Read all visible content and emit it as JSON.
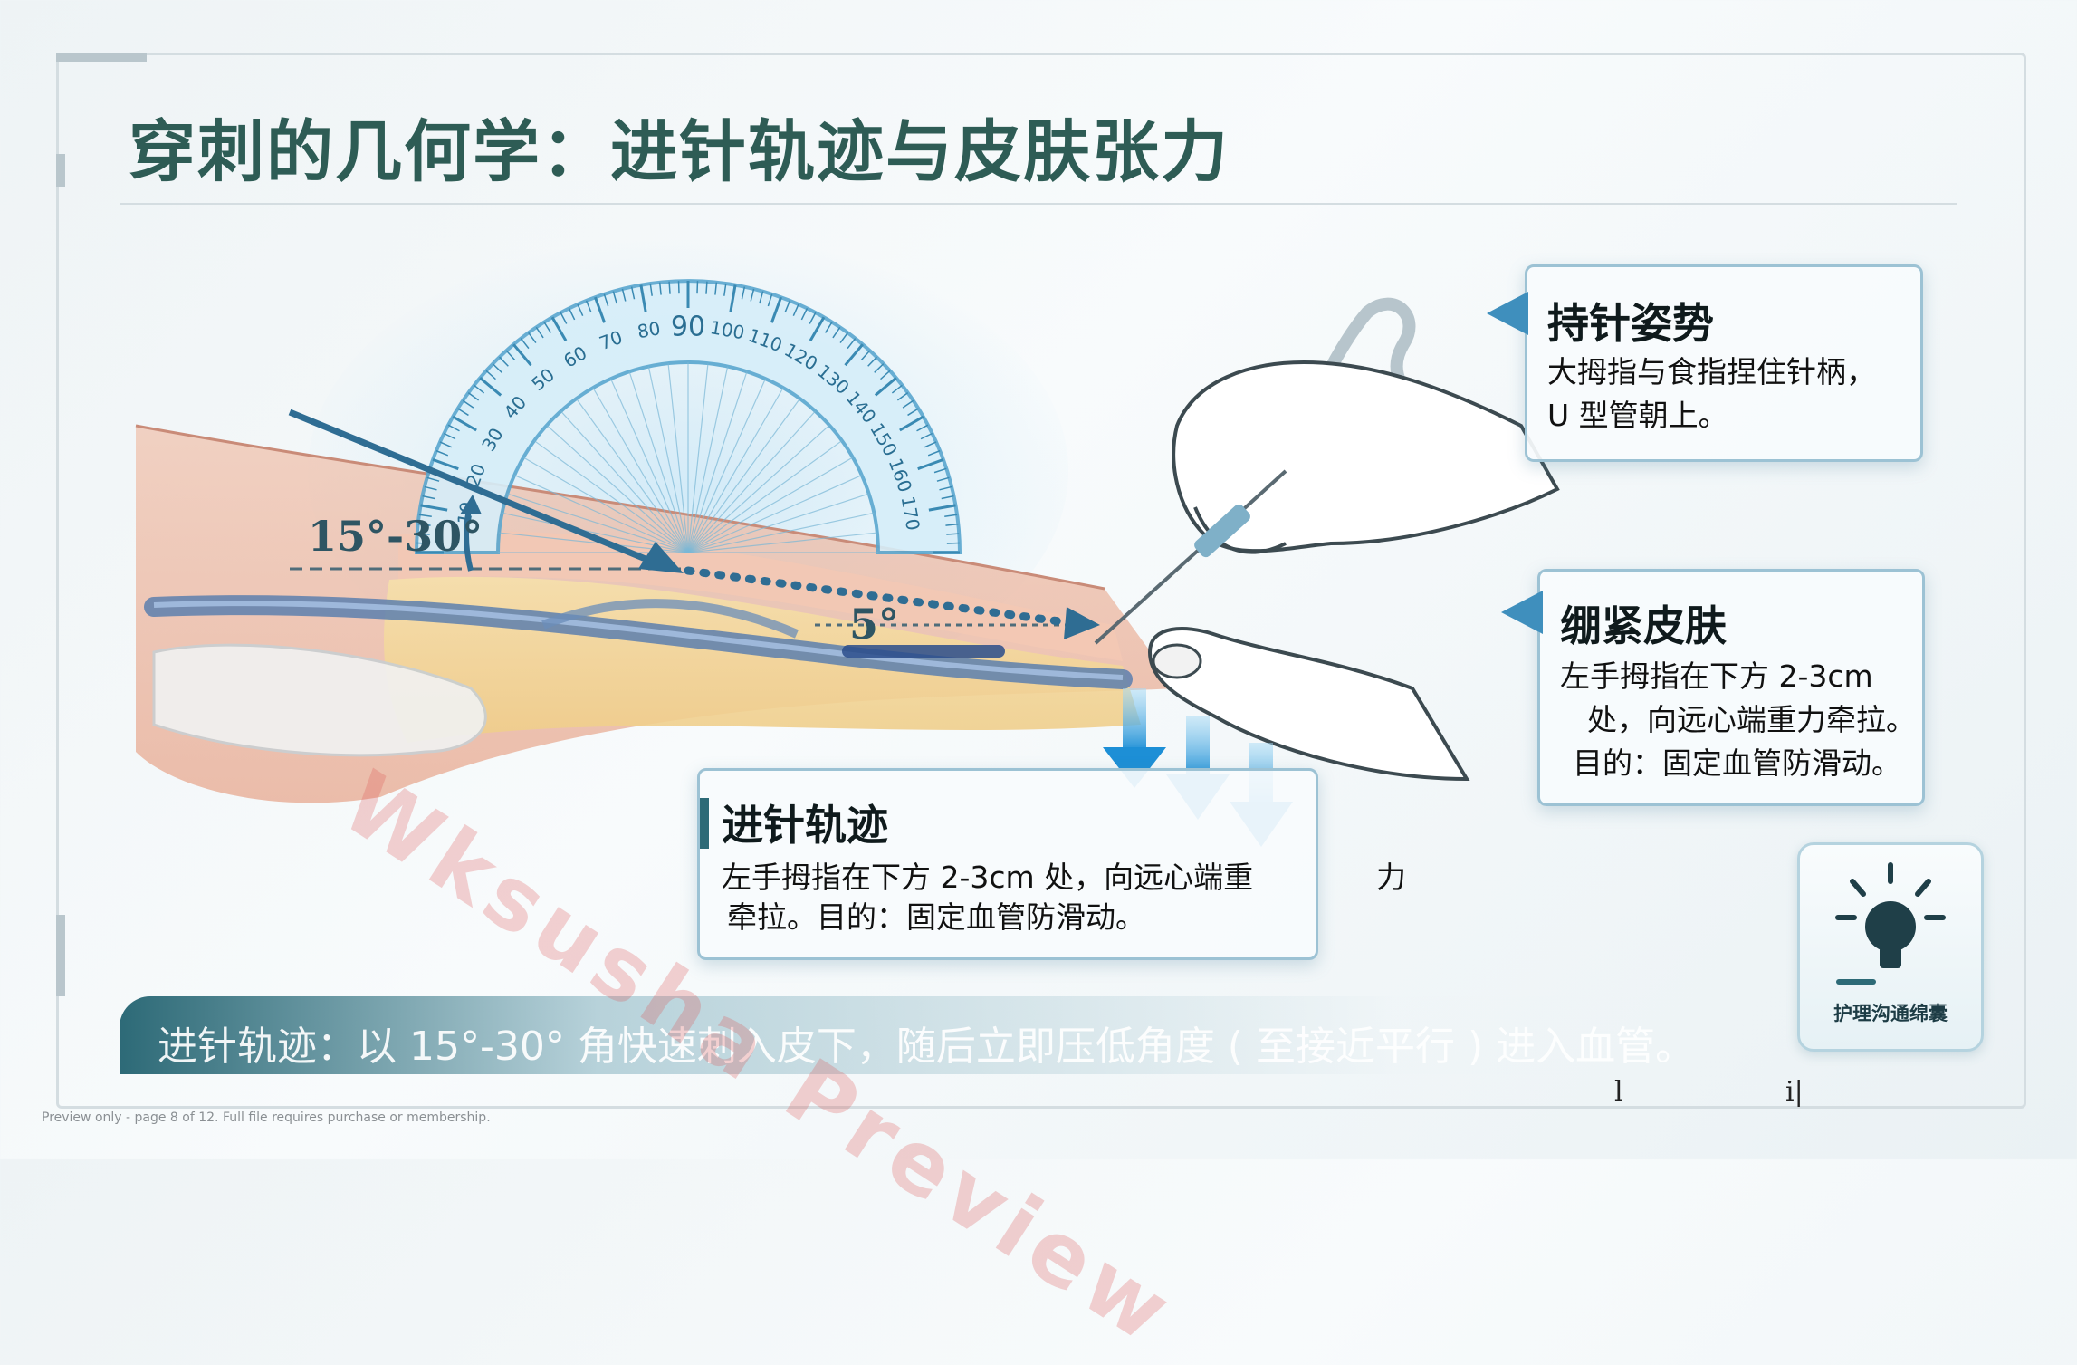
{
  "page": {
    "title": "穿刺的几何学：进针轨迹与皮肤张力",
    "footer_note": "Preview only - page 8 of 12. Full file requires purchase or membership.",
    "watermark": "Wksusha Preview",
    "stray_marks": [
      "l",
      "i|"
    ]
  },
  "diagram": {
    "angle_label": "15°-30°",
    "shallow_angle_label": "5°",
    "protractor_labels": [
      "10",
      "20",
      "30",
      "40",
      "50",
      "60",
      "70",
      "80",
      "90",
      "100",
      "110",
      "120",
      "130",
      "140",
      "150",
      "160",
      "170"
    ]
  },
  "callouts": {
    "grip": {
      "title": "持针姿势",
      "lines": [
        "大拇指与食指捏住针柄，",
        "U  型管朝上。"
      ]
    },
    "skin": {
      "title": "绷紧皮肤",
      "lines": [
        "左手拇指在下方 2-3cm",
        "处，向远心端重力牵拉。",
        "目的：固定血管防滑动。"
      ]
    },
    "trajectory": {
      "title": "进针轨迹",
      "lines": [
        "左手拇指在下方 2-3cm  处，向远心端重",
        "牵拉。目的：固定血管防滑动。"
      ],
      "overflow": "力"
    }
  },
  "bottom": {
    "text": "进针轨迹：以 15°-30° 角快速刺入皮下，随后立即压低角度 ( 至接近平行 ) 进入血管。"
  },
  "badge": {
    "label": "护理沟通绵囊",
    "icon": "lightbulb-icon"
  },
  "colors": {
    "title": "#2e5c55",
    "accent_blue": "#3f8fbd",
    "needle_line": "#2f6d93",
    "skin": "#e9b49d",
    "fat": "#f1d59a"
  }
}
